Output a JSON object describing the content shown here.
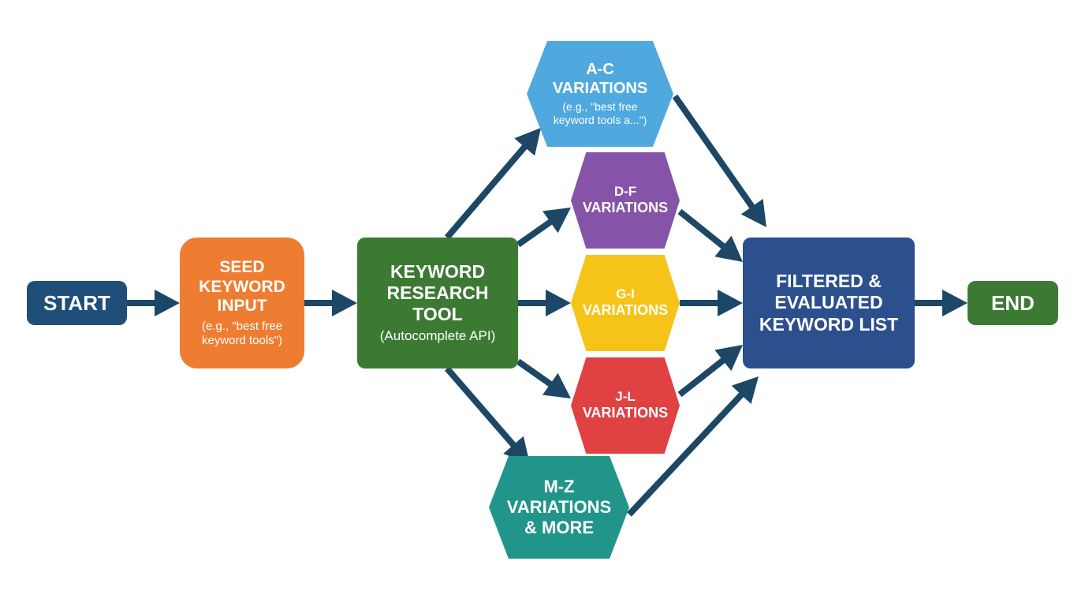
{
  "colors": {
    "navy": "#1F4E79",
    "orange": "#EE7D31",
    "green": "#3C7A34",
    "blue_light": "#4FA9DE",
    "purple": "#8553A8",
    "yellow": "#F6C419",
    "red": "#E04143",
    "teal": "#21958A",
    "indigo": "#2C4F8D",
    "arrow": "#1C4766"
  },
  "nodes": {
    "start": {
      "label": "START"
    },
    "seed": {
      "title_lines": [
        "SEED",
        "KEYWORD",
        "INPUT"
      ],
      "sub_lines": [
        "(e.g., \"best free",
        "keyword tools\")"
      ]
    },
    "tool": {
      "title_lines": [
        "KEYWORD",
        "RESEARCH",
        "TOOL"
      ],
      "sub_lines": [
        "(Autocomplete API)"
      ]
    },
    "ac": {
      "title_lines": [
        "A-C",
        "VARIATIONS"
      ],
      "sub_lines": [
        "(e.g., \"best free",
        "keyword tools a...\")"
      ]
    },
    "df": {
      "title_lines": [
        "D-F",
        "VARIATIONS"
      ]
    },
    "gi": {
      "title_lines": [
        "G-I",
        "VARIATIONS"
      ]
    },
    "jl": {
      "title_lines": [
        "J-L",
        "VARIATIONS"
      ]
    },
    "mz": {
      "title_lines": [
        "M-Z",
        "VARIATIONS",
        "& MORE"
      ]
    },
    "filtered": {
      "title_lines": [
        "FILTERED &",
        "EVALUATED",
        "KEYWORD LIST"
      ]
    },
    "end": {
      "label": "END"
    }
  }
}
